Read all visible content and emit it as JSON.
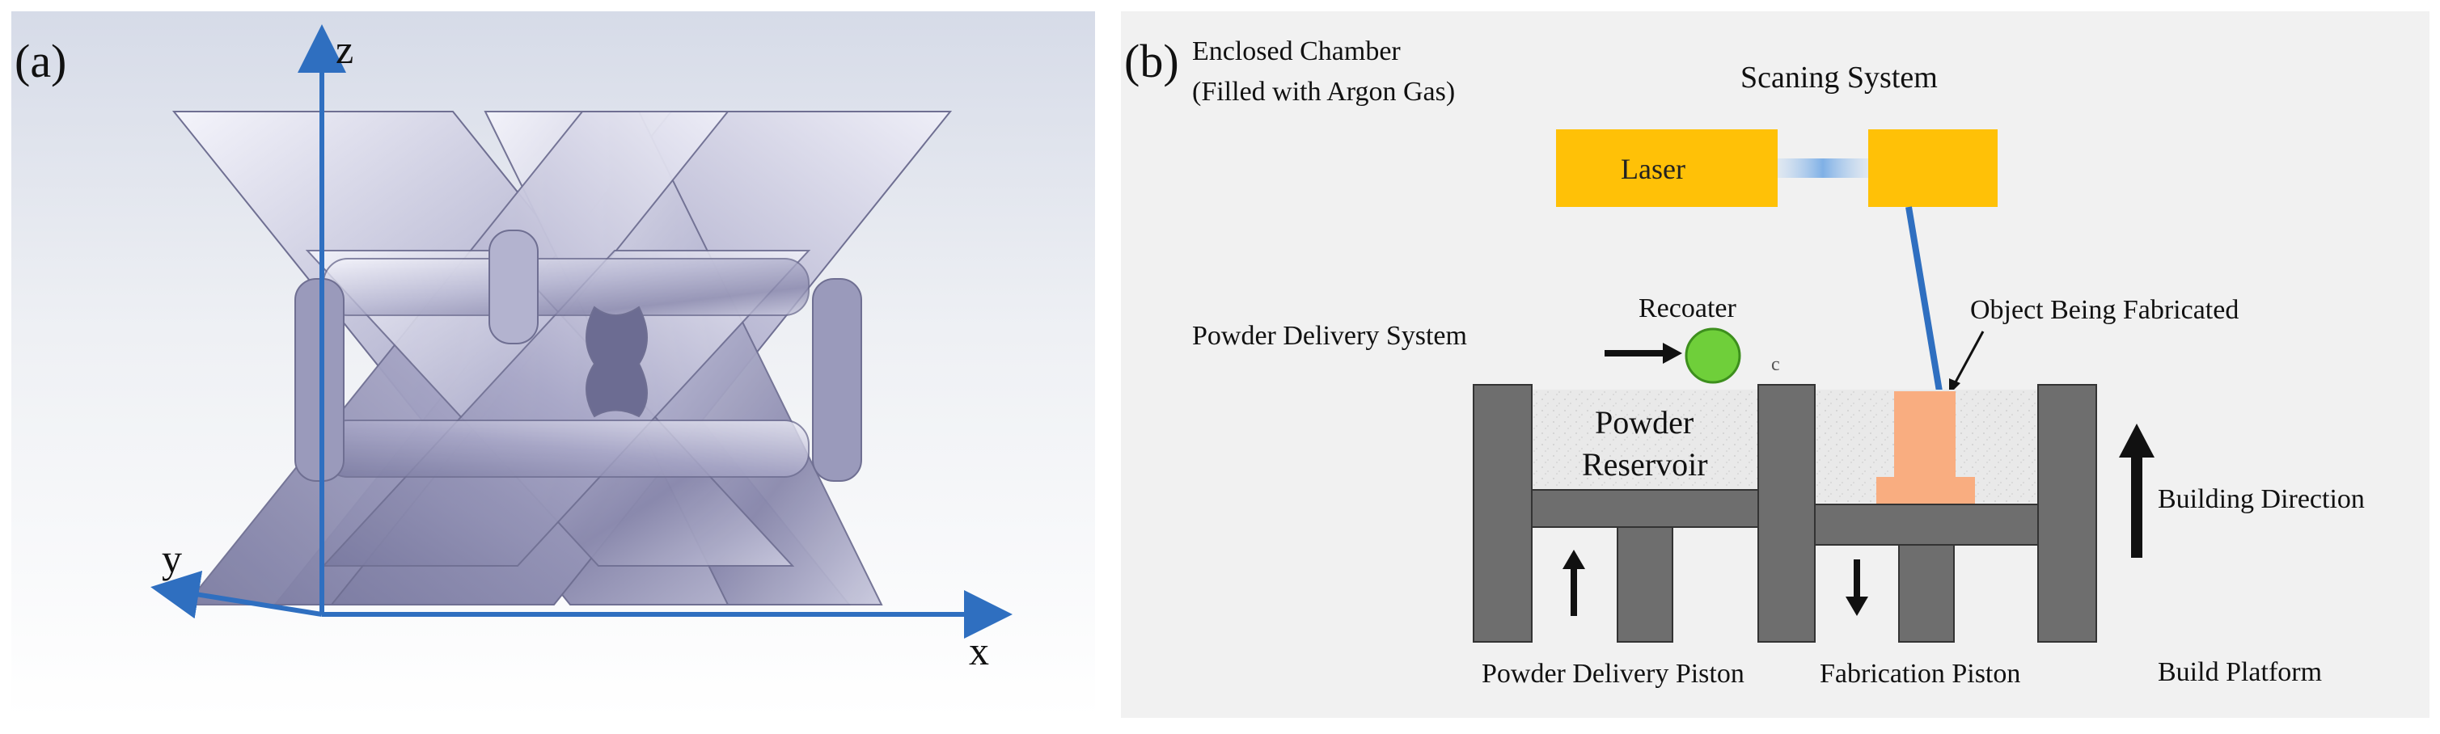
{
  "panel_a": {
    "label": "(a)",
    "axes": {
      "x": "x",
      "y": "y",
      "z": "z"
    }
  },
  "panel_b": {
    "label": "(b)",
    "chamber": "Enclosed Chamber",
    "chamber_note": "(Filled with Argon Gas)",
    "scanning_system": "Scaning System",
    "laser": "Laser",
    "recoater": "Recoater",
    "recoater_mark": "c",
    "powder_delivery_system": "Powder Delivery System",
    "object_being_fabricated": "Object Being Fabricated",
    "powder_reservoir": [
      "Powder",
      "Reservoir"
    ],
    "building_direction": "Building Direction",
    "powder_delivery_piston": "Powder Delivery Piston",
    "fabrication_piston": "Fabrication Piston",
    "build_platform": "Build Platform"
  },
  "colors": {
    "axis_blue": "#2f6fc0",
    "laser_yellow": "#ffc107",
    "recoater_green": "#6fcf3a",
    "object_peach": "#f9ad80",
    "wall_grey": "#6e6e6e",
    "powder": "#e8e8e8",
    "panel_bg": "#f1f1f1"
  }
}
